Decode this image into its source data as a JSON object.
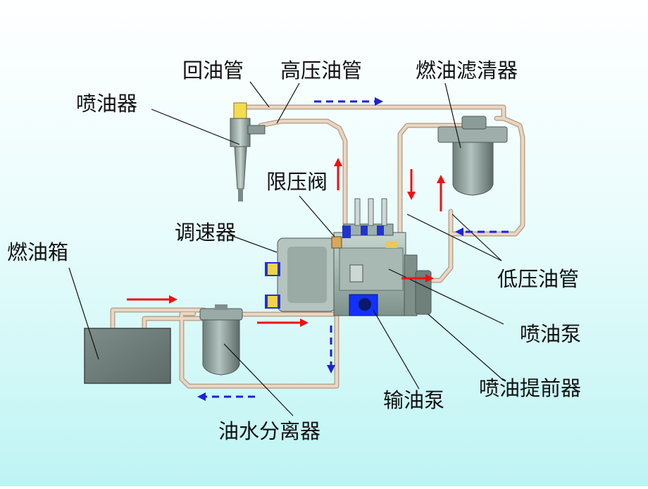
{
  "labels": {
    "return_pipe": "回油管",
    "high_pressure_pipe": "高压油管",
    "fuel_filter": "燃油滤清器",
    "injector": "喷油器",
    "pressure_limit_valve": "限压阀",
    "governor": "调速器",
    "fuel_tank": "燃油箱",
    "low_pressure_pipe": "低压油管",
    "injection_pump": "喷油泵",
    "transfer_pump": "输油泵",
    "injection_advancer": "喷油提前器",
    "water_separator": "油水分离器"
  },
  "colors": {
    "pipe": "#ead6c2",
    "pipe_edge": "#b9a58f",
    "flow_red": "#ee1111",
    "flow_blue": "#1a22dd",
    "component_gray": "#8a9a96",
    "pump_blue": "#1230ff"
  }
}
